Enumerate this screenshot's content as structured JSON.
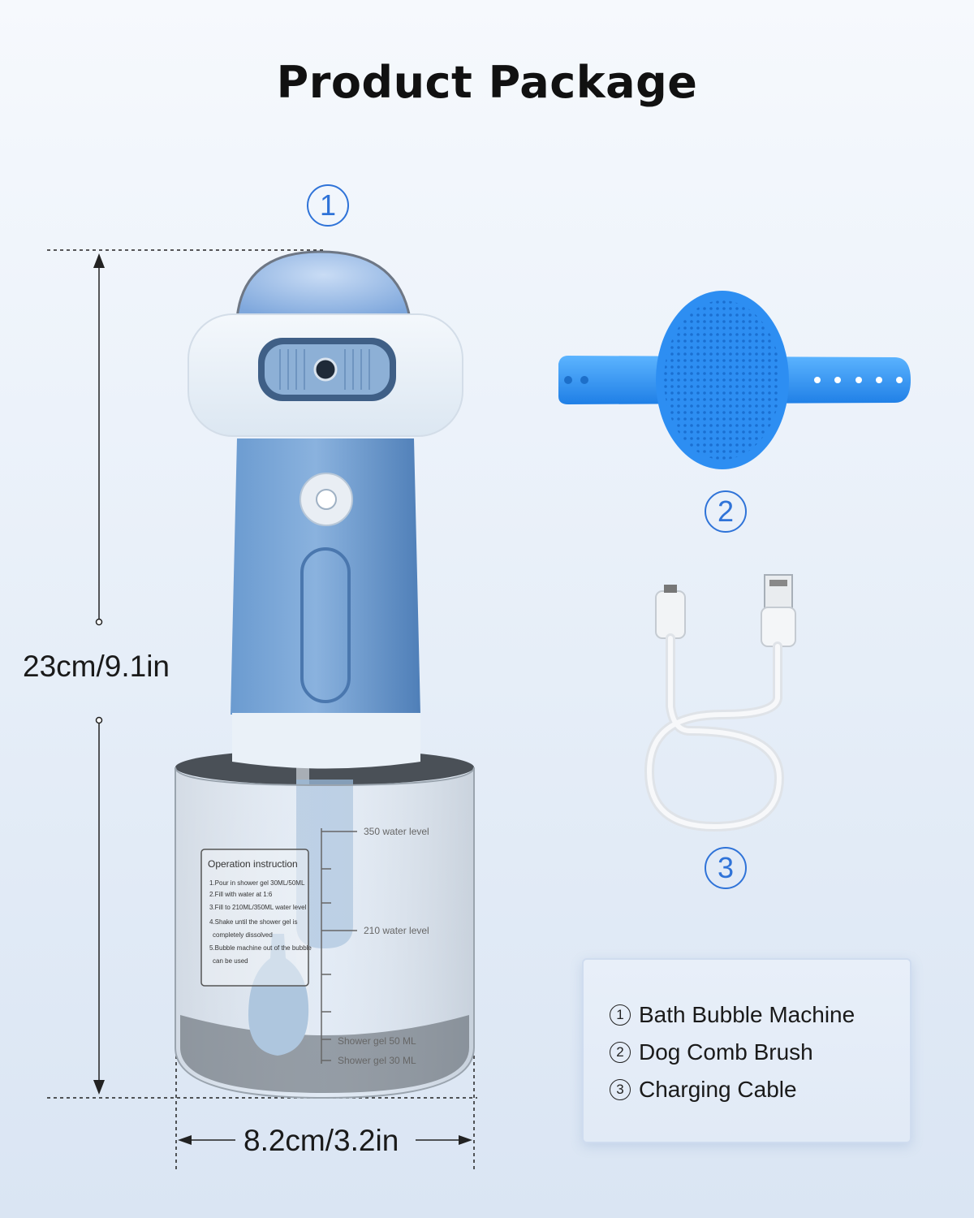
{
  "title": "Product Package",
  "badges": [
    "1",
    "2",
    "3"
  ],
  "dimensions": {
    "height": "23cm/9.1in",
    "width": "8.2cm/3.2in"
  },
  "jar_markings": {
    "level_350": "350 water level",
    "level_210": "210 water level",
    "gel_50": "Shower gel 50 ML",
    "gel_30": "Shower gel 30 ML"
  },
  "instruction_card": {
    "heading": "Operation instruction",
    "lines": [
      "1.Pour in shower gel 30ML/50ML",
      "2.Fill with water at 1:6",
      "3.Fill to 210ML/350ML water level",
      "4.Shake until the shower gel is",
      "completely dissolved",
      "5.Bubble machine out of the bubble",
      "can be used"
    ]
  },
  "legend": {
    "items": [
      {
        "num": "1",
        "label": "Bath Bubble Machine"
      },
      {
        "num": "2",
        "label": "Dog Comb Brush"
      },
      {
        "num": "3",
        "label": "Charging Cable"
      }
    ]
  },
  "colors": {
    "accent": "#2f73d8",
    "device_blue": "#5b8cc6",
    "brush_blue": "#2f8ff0"
  }
}
